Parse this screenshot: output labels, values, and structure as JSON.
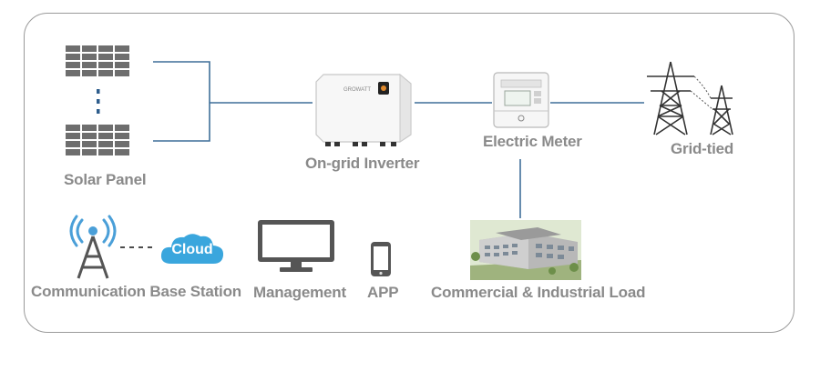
{
  "labels": {
    "solar_panel": "Solar Panel",
    "inverter": "On-grid Inverter",
    "meter": "Electric Meter",
    "grid": "Grid-tied",
    "base_station": "Communication Base Station",
    "cloud": "Cloud",
    "management": "Management",
    "app": "APP",
    "load": "Commercial & Industrial Load"
  },
  "inverter_brand": "GROWATT",
  "colors": {
    "wire": "#3f6f99",
    "label": "#8a8a8a",
    "frame": "#9a9a9a",
    "panel": "#6e6e6e",
    "cloud": "#3aa6dd",
    "dots": "#2e5d8c"
  }
}
